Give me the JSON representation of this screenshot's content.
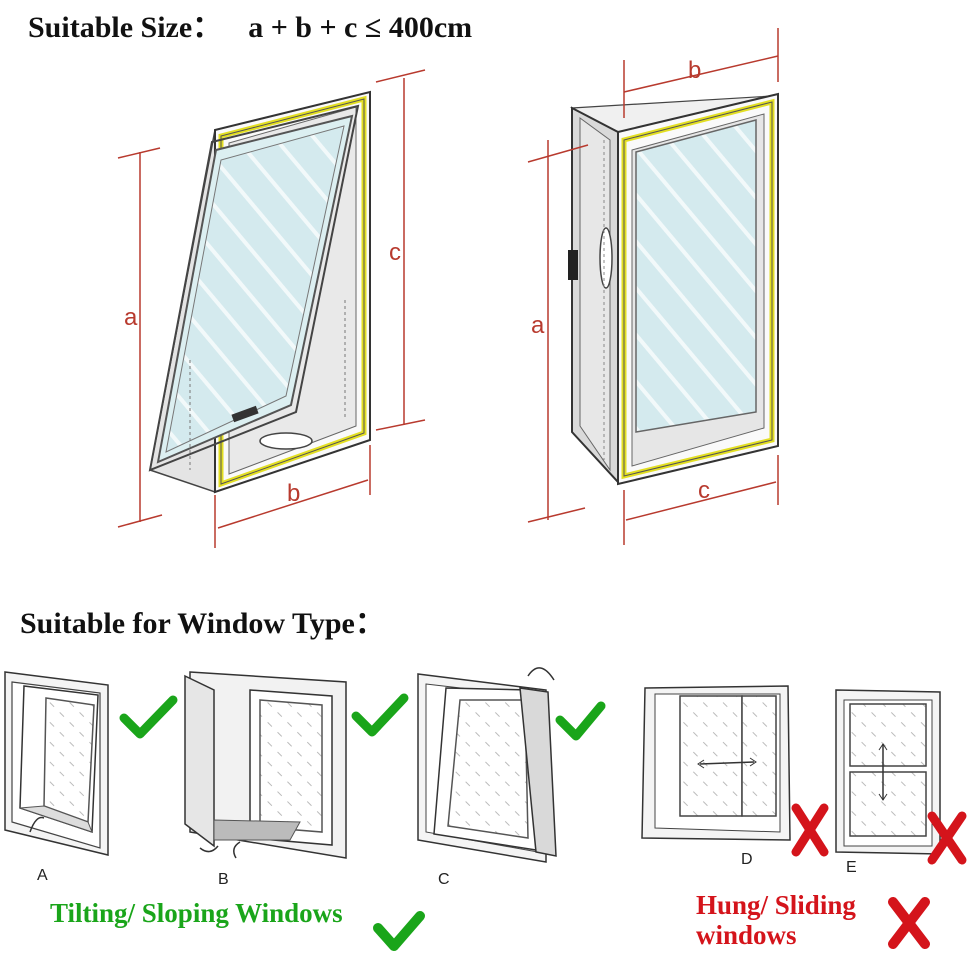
{
  "header": {
    "size_label": "Suitable Size：",
    "formula": "a + b + c ≤ 400cm",
    "type_label": "Suitable for Window Type："
  },
  "dimensions": {
    "left": [
      "a",
      "b",
      "c"
    ],
    "right": [
      "b",
      "a",
      "c"
    ]
  },
  "window_types": [
    {
      "letter": "A",
      "status": "suitable"
    },
    {
      "letter": "B",
      "status": "suitable"
    },
    {
      "letter": "C",
      "status": "suitable"
    },
    {
      "letter": "D",
      "status": "unsuitable"
    },
    {
      "letter": "E",
      "status": "unsuitable"
    }
  ],
  "captions": {
    "suitable": "Tilting/ Sloping Windows",
    "unsuitable_line1": "Hung/ Sliding",
    "unsuitable_line2": "windows"
  },
  "colors": {
    "dimension_red": "#b83a2e",
    "seal_yellow": "#e3df22",
    "glass_blue": "#cfe7ec",
    "check_green": "#1aa51a",
    "cross_red": "#d4141b"
  }
}
